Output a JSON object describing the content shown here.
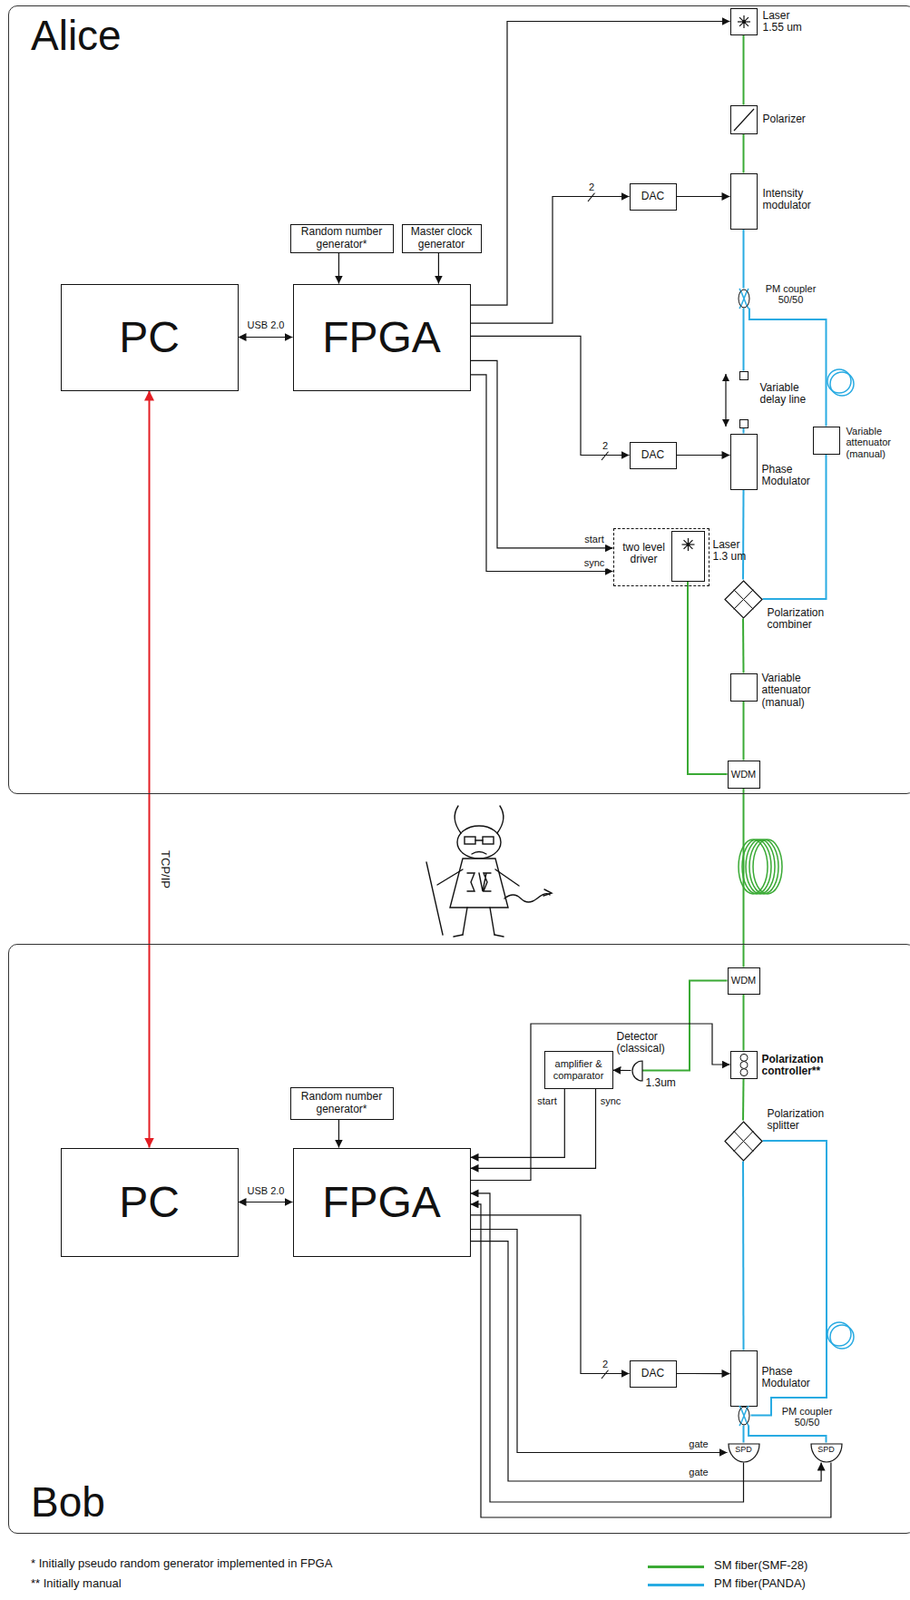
{
  "diagram": {
    "nodes": [
      {
        "text": [
          "Alice"
        ]
      },
      {
        "text": [
          "PC"
        ],
        "in": 0
      },
      {
        "text": [
          "FPGA"
        ],
        "in": 0
      },
      {
        "text": [
          "Random number generator*"
        ],
        "in": 0
      },
      {
        "text": [
          "Master clock generator"
        ],
        "in": 0
      },
      {
        "text": [
          "Laser 1.55 um"
        ],
        "in": 0
      },
      {
        "text": [
          "Polarizer"
        ],
        "in": 0
      },
      {
        "text": [
          "DAC"
        ],
        "in": 0
      },
      {
        "text": [
          "Intensity modulator"
        ],
        "in": 0
      },
      {
        "text": [
          "PM coupler 50/50"
        ],
        "in": 0
      },
      {
        "text": [
          "Variable delay line"
        ],
        "in": 0
      },
      {
        "text": [
          "Variable attenuator (manual)"
        ],
        "in": 0
      },
      {
        "text": [
          "DAC"
        ],
        "in": 0
      },
      {
        "text": [
          "Phase Modulator"
        ],
        "in": 0
      },
      {
        "text": [
          "two level driver"
        ],
        "in": 0
      },
      {
        "text": [
          "Laser 1.3 um"
        ],
        "in": 14
      },
      {
        "text": [
          "Polarization combiner"
        ],
        "in": 0
      },
      {
        "text": [
          "Variable attenuator (manual)"
        ],
        "in": 0
      },
      {
        "text": [
          "WDM"
        ],
        "in": 0
      },
      {
        "text": [
          "Bob"
        ]
      },
      {
        "text": [
          "WDM"
        ],
        "in": 19
      },
      {
        "text": [
          "Detector (classical)",
          "1.3um"
        ],
        "in": 19
      },
      {
        "text": [
          "amplifier & comparator"
        ],
        "in": 19
      },
      {
        "text": [
          "Random number generator*"
        ],
        "in": 19
      },
      {
        "text": [
          "PC"
        ],
        "in": 19
      },
      {
        "text": [
          "FPGA"
        ],
        "in": 19
      },
      {
        "text": [
          "Polarization controller**"
        ],
        "in": 19
      },
      {
        "text": [
          "Polarization splitter"
        ],
        "in": 19
      },
      {
        "text": [
          "DAC"
        ],
        "in": 19
      },
      {
        "text": [
          "Phase Modulator"
        ],
        "in": 19
      },
      {
        "text": [
          "PM coupler 50/50"
        ],
        "in": 19
      },
      {
        "text": [
          "SPD"
        ],
        "in": 19
      },
      {
        "text": [
          "SPD"
        ],
        "in": 19
      }
    ],
    "edges": [
      {
        "from": 1,
        "to": 2,
        "arrow": "both",
        "label": "USB 2.0"
      },
      {
        "from": 1,
        "to": 24,
        "arrow": "both",
        "label": "TCP/IP"
      },
      {
        "from": 3,
        "to": 2,
        "arrow": "to"
      },
      {
        "from": 4,
        "to": 2,
        "arrow": "to"
      },
      {
        "from": 2,
        "to": 5,
        "arrow": "to"
      },
      {
        "from": 2,
        "to": 7,
        "arrow": "to",
        "label": "2"
      },
      {
        "from": 7,
        "to": 8,
        "arrow": "to"
      },
      {
        "from": 5,
        "to": 6,
        "arrow": "none"
      },
      {
        "from": 6,
        "to": 8,
        "arrow": "none"
      },
      {
        "from": 8,
        "to": 9,
        "arrow": "none"
      },
      {
        "from": 9,
        "to": 10,
        "arrow": "none"
      },
      {
        "from": 9,
        "to": 11,
        "arrow": "none"
      },
      {
        "from": 10,
        "to": 13,
        "arrow": "none"
      },
      {
        "from": 2,
        "to": 12,
        "arrow": "to",
        "label": "2"
      },
      {
        "from": 12,
        "to": 13,
        "arrow": "to"
      },
      {
        "from": 13,
        "to": 16,
        "arrow": "none"
      },
      {
        "from": 11,
        "to": 16,
        "arrow": "none"
      },
      {
        "from": 2,
        "to": 14,
        "arrow": "to",
        "label": "start"
      },
      {
        "from": 2,
        "to": 14,
        "arrow": "to",
        "label": "sync"
      },
      {
        "from": 16,
        "to": 17,
        "arrow": "none"
      },
      {
        "from": 17,
        "to": 18,
        "arrow": "none"
      },
      {
        "from": 15,
        "to": 18,
        "arrow": "none"
      },
      {
        "from": 18,
        "to": 20,
        "arrow": "none"
      },
      {
        "from": 20,
        "to": 21,
        "arrow": "none"
      },
      {
        "from": 21,
        "to": 22,
        "arrow": "to"
      },
      {
        "from": 20,
        "to": 26,
        "arrow": "none"
      },
      {
        "from": 22,
        "to": 25,
        "arrow": "to",
        "label": "start"
      },
      {
        "from": 22,
        "to": 25,
        "arrow": "to",
        "label": "sync"
      },
      {
        "from": 25,
        "to": 26,
        "arrow": "to"
      },
      {
        "from": 23,
        "to": 25,
        "arrow": "to"
      },
      {
        "from": 24,
        "to": 25,
        "arrow": "both",
        "label": "USB 2.0"
      },
      {
        "from": 26,
        "to": 27,
        "arrow": "none"
      },
      {
        "from": 27,
        "to": 29,
        "arrow": "none"
      },
      {
        "from": 27,
        "to": 30,
        "arrow": "none"
      },
      {
        "from": 29,
        "to": 30,
        "arrow": "none"
      },
      {
        "from": 25,
        "to": 28,
        "arrow": "to",
        "label": "2"
      },
      {
        "from": 28,
        "to": 29,
        "arrow": "to"
      },
      {
        "from": 30,
        "to": 31,
        "arrow": "none"
      },
      {
        "from": 30,
        "to": 32,
        "arrow": "none"
      },
      {
        "from": 25,
        "to": 31,
        "arrow": "to",
        "label": "gate"
      },
      {
        "from": 25,
        "to": 32,
        "arrow": "to",
        "label": "gate"
      },
      {
        "from": 31,
        "to": 25,
        "arrow": "to"
      },
      {
        "from": 32,
        "to": 25,
        "arrow": "to"
      }
    ],
    "labels": [
      "* Initially pseudo random generator implemented in FPGA",
      "** Initially manual"
    ],
    "legend": [
      {
        "text": "SM fiber(SMF-28)",
        "color": "#3aaa35"
      },
      {
        "text": "PM fiber(PANDA)",
        "color": "#29abe2"
      }
    ]
  }
}
